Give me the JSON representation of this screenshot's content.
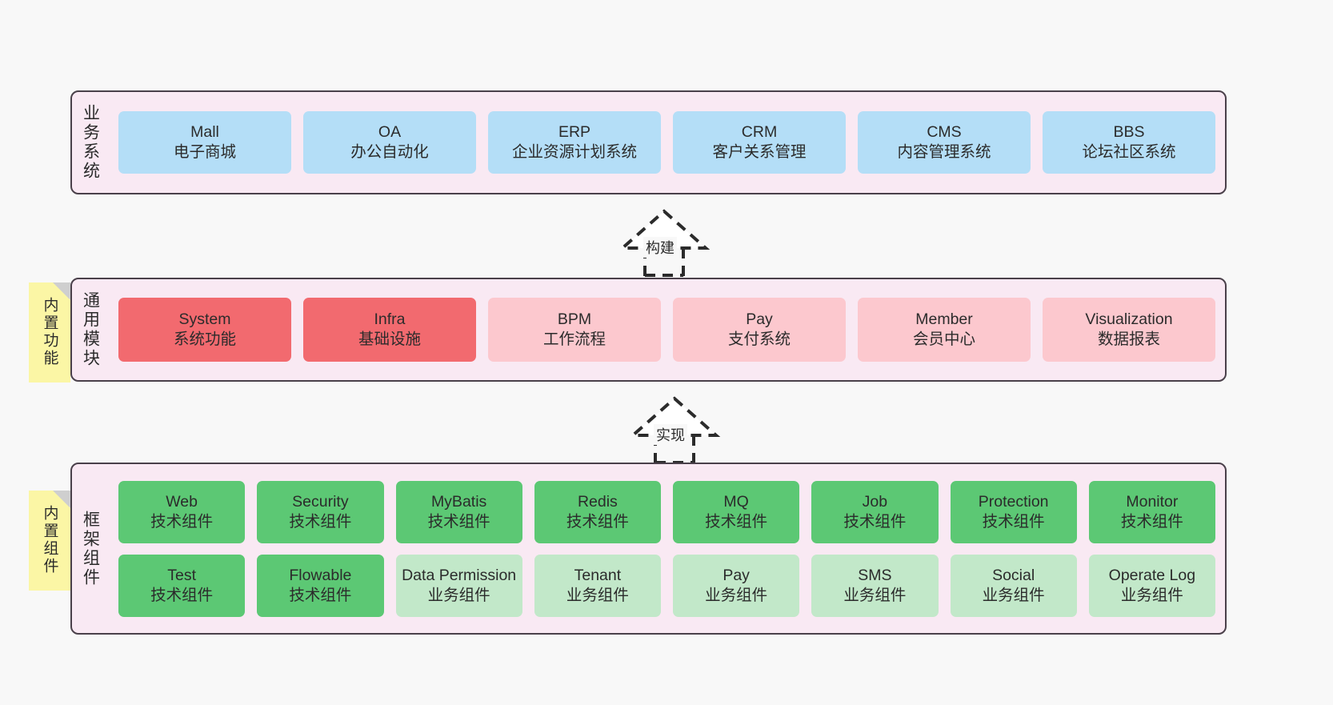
{
  "diagram": {
    "background_color": "#f8f8f8",
    "layer_fill": "#f9e9f3",
    "layer_border": "#4a404a",
    "sticky_color": "#fbf6a5"
  },
  "layers": [
    {
      "id": "business-systems",
      "label": "业务系统",
      "sticky": null,
      "rows": [
        {
          "nodes": [
            {
              "title": "Mall",
              "subtitle": "电子商城",
              "color": "#b4def7",
              "style": "blue"
            },
            {
              "title": "OA",
              "subtitle": "办公自动化",
              "color": "#b4def7",
              "style": "blue"
            },
            {
              "title": "ERP",
              "subtitle": "企业资源计划系统",
              "color": "#b4def7",
              "style": "blue"
            },
            {
              "title": "CRM",
              "subtitle": "客户关系管理",
              "color": "#b4def7",
              "style": "blue"
            },
            {
              "title": "CMS",
              "subtitle": "内容管理系统",
              "color": "#b4def7",
              "style": "blue"
            },
            {
              "title": "BBS",
              "subtitle": "论坛社区系统",
              "color": "#b4def7",
              "style": "blue"
            }
          ]
        }
      ]
    },
    {
      "id": "common-modules",
      "label": "通用模块",
      "sticky": "内置功能",
      "rows": [
        {
          "nodes": [
            {
              "title": "System",
              "subtitle": "系统功能",
              "color": "#f26a6f",
              "style": "red"
            },
            {
              "title": "Infra",
              "subtitle": "基础设施",
              "color": "#f26a6f",
              "style": "red"
            },
            {
              "title": "BPM",
              "subtitle": "工作流程",
              "color": "#fcc8ce",
              "style": "pink"
            },
            {
              "title": "Pay",
              "subtitle": "支付系统",
              "color": "#fcc8ce",
              "style": "pink"
            },
            {
              "title": "Member",
              "subtitle": "会员中心",
              "color": "#fcc8ce",
              "style": "pink"
            },
            {
              "title": "Visualization",
              "subtitle": "数据报表",
              "color": "#fcc8ce",
              "style": "pink"
            }
          ]
        }
      ]
    },
    {
      "id": "framework-components",
      "label": "框架组件",
      "sticky": "内置组件",
      "rows": [
        {
          "nodes": [
            {
              "title": "Web",
              "subtitle": "技术组件",
              "color": "#5cc874",
              "style": "green"
            },
            {
              "title": "Security",
              "subtitle": "技术组件",
              "color": "#5cc874",
              "style": "green"
            },
            {
              "title": "MyBatis",
              "subtitle": "技术组件",
              "color": "#5cc874",
              "style": "green"
            },
            {
              "title": "Redis",
              "subtitle": "技术组件",
              "color": "#5cc874",
              "style": "green"
            },
            {
              "title": "MQ",
              "subtitle": "技术组件",
              "color": "#5cc874",
              "style": "green"
            },
            {
              "title": "Job",
              "subtitle": "技术组件",
              "color": "#5cc874",
              "style": "green"
            },
            {
              "title": "Protection",
              "subtitle": "技术组件",
              "color": "#5cc874",
              "style": "green"
            },
            {
              "title": "Monitor",
              "subtitle": "技术组件",
              "color": "#5cc874",
              "style": "green"
            }
          ]
        },
        {
          "nodes": [
            {
              "title": "Test",
              "subtitle": "技术组件",
              "color": "#5cc874",
              "style": "green"
            },
            {
              "title": "Flowable",
              "subtitle": "技术组件",
              "color": "#5cc874",
              "style": "green"
            },
            {
              "title": "Data Permission",
              "subtitle": "业务组件",
              "color": "#c2e8c9",
              "style": "lightgreen"
            },
            {
              "title": "Tenant",
              "subtitle": "业务组件",
              "color": "#c2e8c9",
              "style": "lightgreen"
            },
            {
              "title": "Pay",
              "subtitle": "业务组件",
              "color": "#c2e8c9",
              "style": "lightgreen"
            },
            {
              "title": "SMS",
              "subtitle": "业务组件",
              "color": "#c2e8c9",
              "style": "lightgreen"
            },
            {
              "title": "Social",
              "subtitle": "业务组件",
              "color": "#c2e8c9",
              "style": "lightgreen"
            },
            {
              "title": "Operate Log",
              "subtitle": "业务组件",
              "color": "#c2e8c9",
              "style": "lightgreen"
            }
          ]
        }
      ]
    }
  ],
  "connectors": [
    {
      "id": "build",
      "label": "构建",
      "from": "common-modules",
      "to": "business-systems",
      "arrow": "realization-hollow-triangle-dashed"
    },
    {
      "id": "implement",
      "label": "实现",
      "from": "framework-components",
      "to": "common-modules",
      "arrow": "realization-hollow-triangle-dashed"
    }
  ]
}
